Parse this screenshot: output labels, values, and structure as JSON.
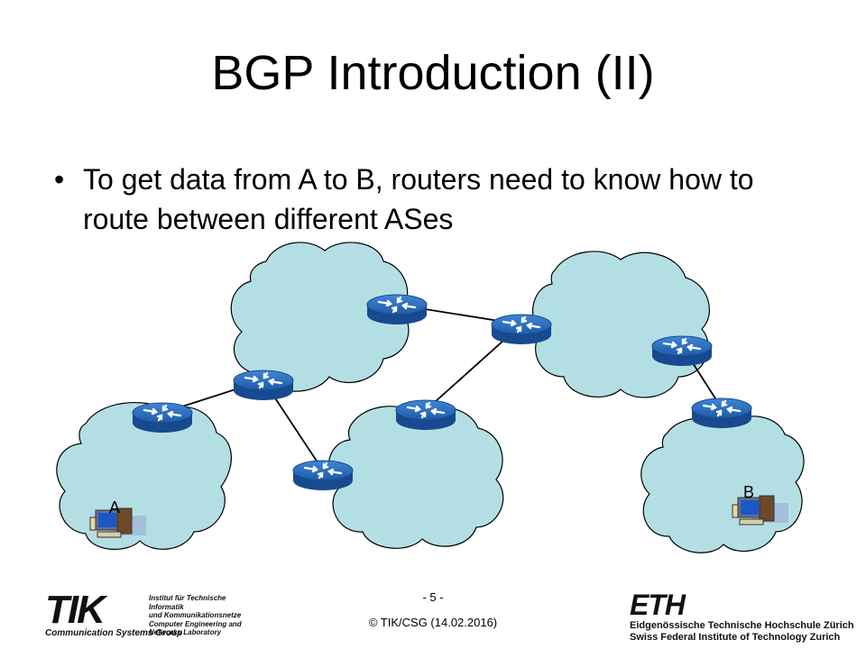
{
  "slide": {
    "title": "BGP Introduction (II)",
    "bullet_marker": "•",
    "bullet_text": "To get data from A to B, routers need to know how to route between different ASes"
  },
  "diagram": {
    "host_a_label": "A",
    "host_b_label": "B",
    "cloud_color": "#b3dfe4",
    "router_color": "#2f6fbf"
  },
  "footer": {
    "page_number": "- 5 -",
    "copyright": "© TIK/CSG  (14.02.2016)",
    "tik_logo": {
      "letters": "TIK",
      "lines": [
        "Institut für Technische Informatik",
        "und Kommunikationsnetze",
        "Computer Engineering and",
        "Networks Laboratory"
      ],
      "group": "Communication Systems Group"
    },
    "eth_logo": {
      "letters": "ETH",
      "line1": "Eidgenössische Technische Hochschule Zürich",
      "line2": "Swiss Federal Institute of Technology Zurich"
    }
  }
}
